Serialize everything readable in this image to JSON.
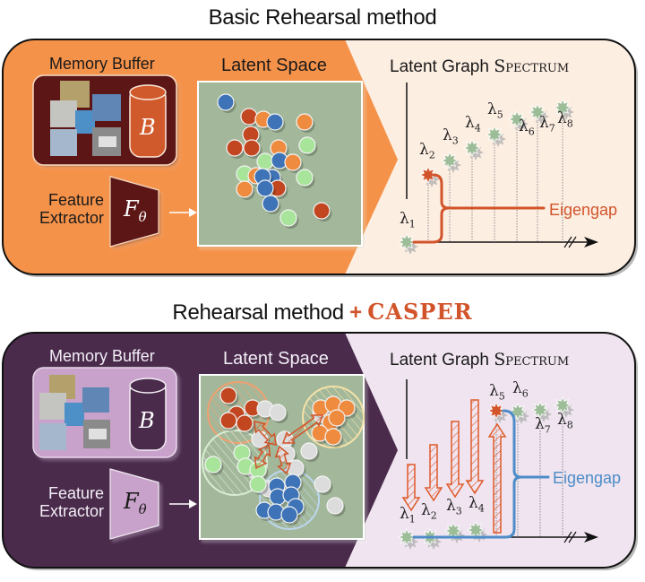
{
  "colors": {
    "orange_panel": "#f5924a",
    "orange_light": "#fdeee2",
    "purple_panel": "#4a2b4c",
    "purple_light": "#efe4ef",
    "latent_bg": "#a3b89a",
    "maroon": "#5c1414",
    "lilac": "#c8a2ca",
    "accent_red": "#d2542a",
    "accent_blue": "#4d8cc8",
    "point_red": "#c2461f",
    "point_orange": "#ef8b3f",
    "point_blue": "#3e74b7",
    "point_green": "#a8e49a",
    "point_gray": "#dcdcdc",
    "eig_star": "#9dbd98"
  },
  "top": {
    "title": "Basic Rehearsal method",
    "memory_buffer_label": "Memory Buffer",
    "buffer_symbol": "B",
    "feature_extractor_label_1": "Feature",
    "feature_extractor_label_2": "Extractor",
    "extractor_symbol": "F",
    "extractor_subscript": "θ",
    "latent_space_label": "Latent Space",
    "spectrum_title_prefix": "Latent Graph ",
    "spectrum_title_sc": "Spectrum",
    "eigengap_label": "Eigengap",
    "eigengap_index": 2,
    "eigenvalues": [
      {
        "symbol": "λ",
        "sub": "1",
        "highlighted": false
      },
      {
        "symbol": "λ",
        "sub": "2",
        "highlighted": true
      },
      {
        "symbol": "λ",
        "sub": "3",
        "highlighted": false
      },
      {
        "symbol": "λ",
        "sub": "4",
        "highlighted": false
      },
      {
        "symbol": "λ",
        "sub": "5",
        "highlighted": false
      },
      {
        "symbol": "λ",
        "sub": "6",
        "highlighted": false
      },
      {
        "symbol": "λ",
        "sub": "7",
        "highlighted": false
      },
      {
        "symbol": "λ",
        "sub": "8",
        "highlighted": false
      }
    ]
  },
  "bottom": {
    "title_prefix": "Rehearsal method",
    "title_plus": "+",
    "title_method": "CASPER",
    "memory_buffer_label": "Memory Buffer",
    "buffer_symbol": "B",
    "feature_extractor_label_1": "Feature",
    "feature_extractor_label_2": "Extractor",
    "extractor_symbol": "F",
    "extractor_subscript": "θ",
    "latent_space_label": "Latent Space",
    "spectrum_title_prefix": "Latent Graph ",
    "spectrum_title_sc": "Spectrum",
    "eigengap_label": "Eigengap",
    "eigengap_index": 5,
    "eigenvalues": [
      {
        "symbol": "λ",
        "sub": "1",
        "highlighted": false
      },
      {
        "symbol": "λ",
        "sub": "2",
        "highlighted": false
      },
      {
        "symbol": "λ",
        "sub": "3",
        "highlighted": false
      },
      {
        "symbol": "λ",
        "sub": "4",
        "highlighted": false
      },
      {
        "symbol": "λ",
        "sub": "5",
        "highlighted": true
      },
      {
        "symbol": "λ",
        "sub": "6",
        "highlighted": false
      },
      {
        "symbol": "λ",
        "sub": "7",
        "highlighted": false
      },
      {
        "symbol": "λ",
        "sub": "8",
        "highlighted": false
      }
    ]
  }
}
